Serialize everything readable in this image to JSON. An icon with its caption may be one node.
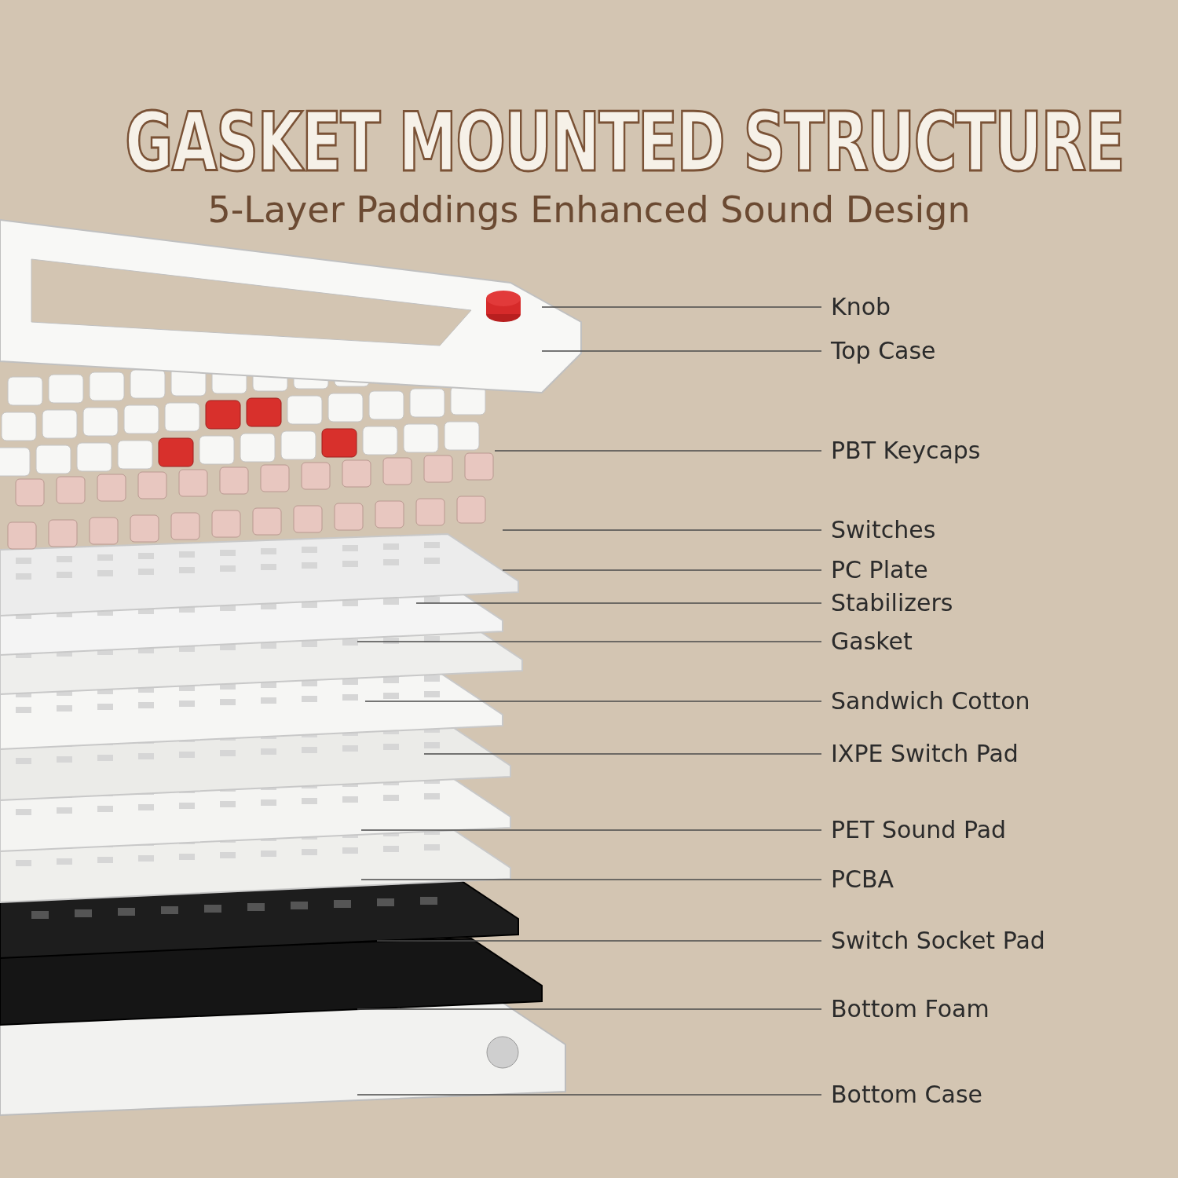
{
  "diagram": {
    "title": "GASKET MOUNTED STRUCTURE",
    "nodes": [
      {
        "text": [
          "Knob"
        ]
      },
      {
        "text": [
          "Top Case"
        ]
      },
      {
        "text": [
          "PBT Keycaps"
        ]
      },
      {
        "text": [
          "Switches"
        ]
      },
      {
        "text": [
          "PC Plate"
        ]
      },
      {
        "text": [
          "Stabilizers"
        ]
      },
      {
        "text": [
          "Gasket"
        ]
      },
      {
        "text": [
          "Sandwich Cotton"
        ]
      },
      {
        "text": [
          "IXPE Switch Pad"
        ]
      },
      {
        "text": [
          "PET Sound Pad"
        ]
      },
      {
        "text": [
          "PCBA"
        ]
      },
      {
        "text": [
          "Switch Socket Pad"
        ]
      },
      {
        "text": [
          "Bottom Foam"
        ]
      },
      {
        "text": [
          "Bottom Case"
        ]
      }
    ],
    "edges": [
      {
        "from": 0,
        "to": null,
        "arrow": "none"
      },
      {
        "from": 1,
        "to": null,
        "arrow": "none"
      },
      {
        "from": 2,
        "to": null,
        "arrow": "none"
      },
      {
        "from": 3,
        "to": null,
        "arrow": "none"
      },
      {
        "from": 4,
        "to": null,
        "arrow": "none"
      },
      {
        "from": 5,
        "to": null,
        "arrow": "none"
      },
      {
        "from": 6,
        "to": null,
        "arrow": "none"
      },
      {
        "from": 7,
        "to": null,
        "arrow": "none"
      },
      {
        "from": 8,
        "to": null,
        "arrow": "none"
      },
      {
        "from": 9,
        "to": null,
        "arrow": "none"
      },
      {
        "from": 10,
        "to": null,
        "arrow": "none"
      },
      {
        "from": 11,
        "to": null,
        "arrow": "none"
      },
      {
        "from": 12,
        "to": null,
        "arrow": "none"
      },
      {
        "from": 13,
        "to": null,
        "arrow": "none"
      }
    ],
    "labels": [
      "5-Layer Paddings Enhanced Sound Design"
    ]
  }
}
